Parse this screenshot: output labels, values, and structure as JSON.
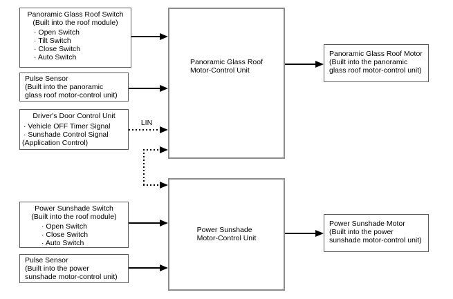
{
  "diagram": {
    "boxes": {
      "roof_switch": {
        "title_lines": [
          "Panoramic Glass Roof Switch",
          "(Built into the roof module)"
        ],
        "items": [
          "· Open Switch",
          "· Tilt Switch",
          "· Close Switch",
          "· Auto Switch"
        ]
      },
      "pulse_sensor_roof": {
        "lines": [
          "Pulse Sensor",
          "(Built into the panoramic",
          "glass roof motor-control unit)"
        ]
      },
      "door_control": {
        "title": "Driver's Door Control Unit",
        "items": [
          "· Vehicle OFF Timer Signal",
          "· Sunshade Control Signal",
          "(Application Control)"
        ]
      },
      "sunshade_switch": {
        "title_lines": [
          "Power Sunshade Switch",
          "(Built into the roof module)"
        ],
        "items": [
          "· Open Switch",
          "· Close Switch",
          "· Auto Switch"
        ]
      },
      "pulse_sensor_sunshade": {
        "lines": [
          "Pulse Sensor",
          "(Built into the power",
          "sunshade motor-control unit)"
        ]
      },
      "roof_mcu": {
        "lines": [
          "Panoramic Glass Roof",
          "Motor-Control Unit"
        ]
      },
      "sunshade_mcu": {
        "lines": [
          "Power Sunshade",
          "Motor-Control Unit"
        ]
      },
      "roof_motor": {
        "lines": [
          "Panoramic Glass Roof Motor",
          "(Built into the panoramic",
          "glass roof motor-control unit)"
        ]
      },
      "sunshade_motor": {
        "lines": [
          "Power Sunshade Motor",
          "(Built into the power",
          "sunshade motor-control unit)"
        ]
      }
    },
    "labels": {
      "lin": "LIN"
    },
    "colors": {
      "background": "#ffffff",
      "text": "#000000",
      "line": "#000000",
      "left_box_border": "#5a5a5a",
      "center_box_border": "#8c8c8c"
    }
  }
}
